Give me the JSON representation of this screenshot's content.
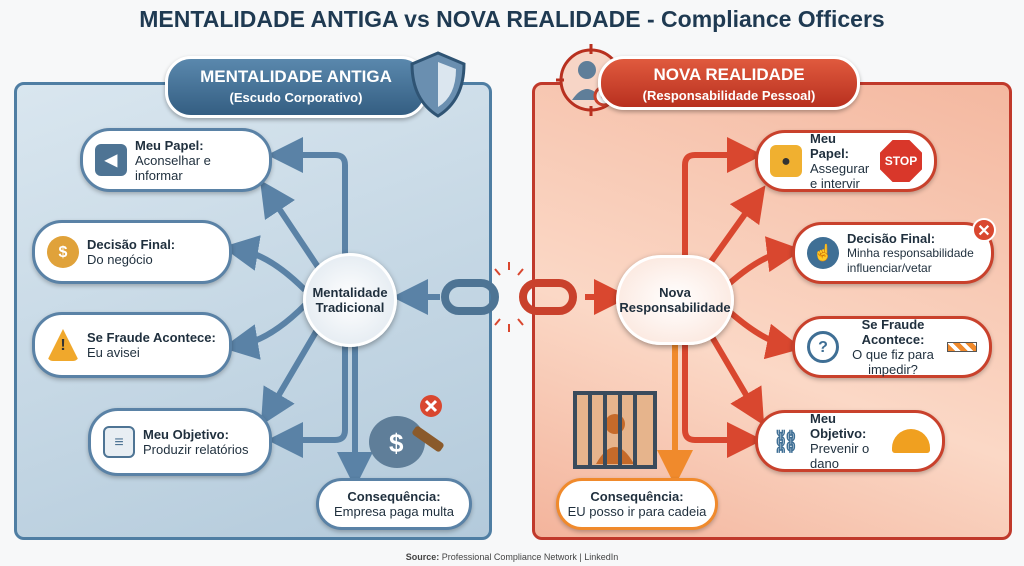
{
  "title": "MENTALIDADE ANTIGA vs NOVA REALIDADE - Compliance Officers",
  "left": {
    "header": {
      "title": "MENTALIDADE ANTIGA",
      "subtitle": "(Escudo Corporativo)"
    },
    "hub": "Mentalidade Tradicional",
    "cards": [
      {
        "label": "Meu Papel:",
        "text": "Aconselhar e informar",
        "icon": "megaphone-icon"
      },
      {
        "label": "Decisão Final:",
        "text": "Do negócio",
        "icon": "handshake-icon"
      },
      {
        "label": "Se Fraude Acontece:",
        "text": "Eu avisei",
        "icon": "warning-icon"
      },
      {
        "label": "Meu Objetivo:",
        "text": "Produzir relatórios",
        "icon": "documents-icon"
      }
    ],
    "consequence": {
      "label": "Consequência:",
      "text": "Empresa paga multa"
    }
  },
  "right": {
    "header": {
      "title": "NOVA REALIDADE",
      "subtitle": "(Responsabilidade Pessoal)"
    },
    "hub": "Nova Responsabilidade",
    "cards": [
      {
        "label": "Meu Papel:",
        "text": "Assegurar e intervir",
        "icon": "lock-icon",
        "badge": "STOP"
      },
      {
        "label": "Decisão Final:",
        "text": "Minha responsabilidade influenciar/vetar",
        "icon": "businessman-icon"
      },
      {
        "label": "Se Fraude Acontece:",
        "text": "O que fiz para impedir?",
        "icon": "magnifier-icon"
      },
      {
        "label": "Meu Objetivo:",
        "text": "Prevenir o dano",
        "icon": "broken-chain-icon"
      }
    ],
    "consequence": {
      "label": "Consequência:",
      "text": "EU posso ir para cadeia"
    }
  },
  "source": {
    "label": "Source:",
    "text": "Professional Compliance Network | LinkedIn"
  },
  "colors": {
    "blue": "#3f6f95",
    "red": "#c9412c",
    "orange": "#f08a2c"
  }
}
